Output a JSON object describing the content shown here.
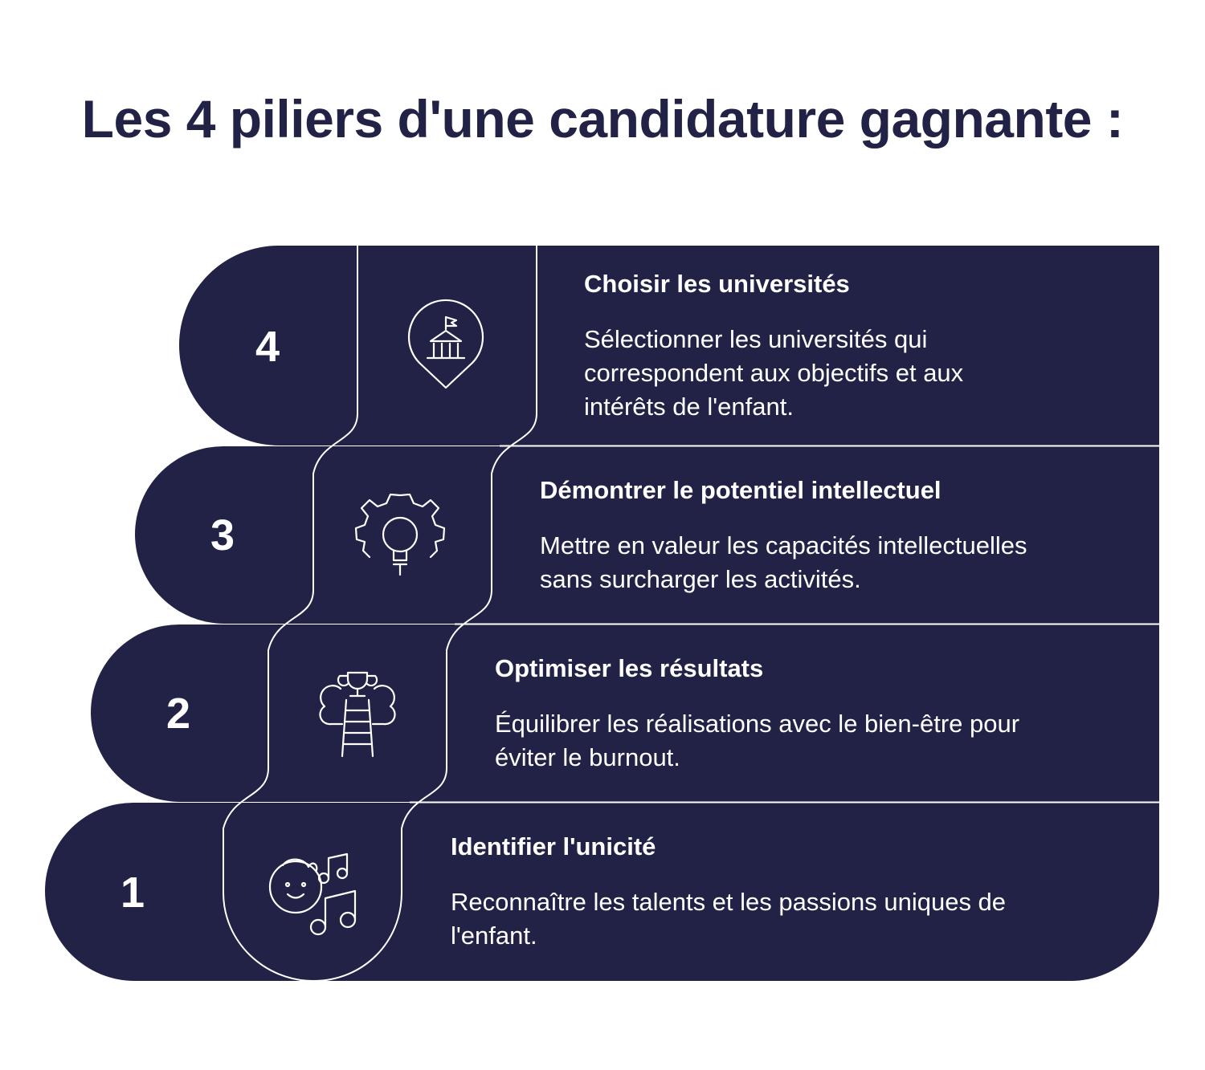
{
  "title": "Les 4 piliers d'une candidature gagnante :",
  "colors": {
    "card": "#222146",
    "title": "#222146",
    "line": "#ffffff"
  },
  "pillars": [
    {
      "number": "4",
      "icon": "university-location-icon",
      "heading": "Choisir les universités",
      "description_lines": [
        "Sélectionner les universités qui",
        "correspondent aux objectifs et aux",
        "intérêts de l'enfant."
      ]
    },
    {
      "number": "3",
      "icon": "gear-lightbulb-icon",
      "heading": "Démontrer le potentiel intellectuel",
      "description_lines": [
        "Mettre en valeur les capacités intellectuelles",
        "sans surcharger les activités."
      ]
    },
    {
      "number": "2",
      "icon": "ladder-trophy-icon",
      "heading": "Optimiser les résultats",
      "description_lines": [
        "Équilibrer les réalisations avec le bien-être pour",
        "éviter le burnout."
      ]
    },
    {
      "number": "1",
      "icon": "child-music-icon",
      "heading": "Identifier l'unicité",
      "description_lines": [
        "Reconnaître les talents et les passions uniques de",
        "l'enfant."
      ]
    }
  ]
}
